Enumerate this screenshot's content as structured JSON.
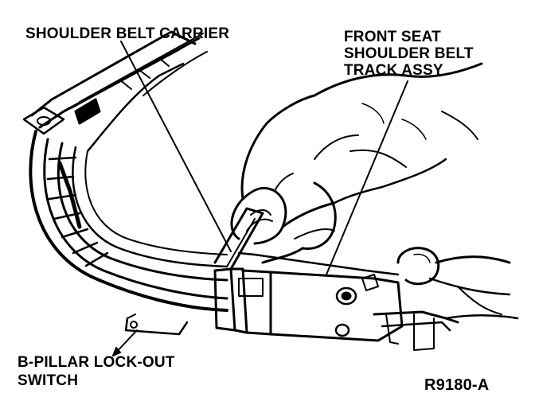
{
  "labels": {
    "shoulder_belt_carrier": "SHOULDER BELT CARRIER",
    "track_assy": [
      "FRONT SEAT",
      "SHOULDER BELT",
      "TRACK ASSY"
    ],
    "lockout_switch": [
      "B-PILLAR LOCK-OUT",
      "SWITCH"
    ],
    "figure_code": "R9180-A"
  },
  "colors": {
    "ink": "#000000",
    "paper": "#ffffff"
  }
}
